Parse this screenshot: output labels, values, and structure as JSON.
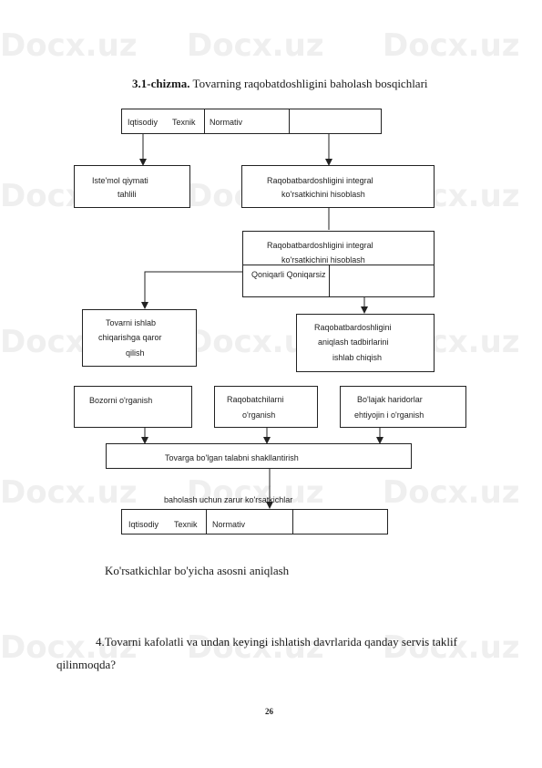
{
  "watermark": "Docx.uz",
  "caption": {
    "bold": "3.1-chizma.",
    "rest": " Tovarning raqobatdoshligini baholash bosqichlari"
  },
  "top_header": {
    "c1": "Iqtisodiy",
    "c2": "Texnik",
    "c3": "Normativ"
  },
  "boxes": {
    "consumer_value": [
      "Iste'mol qiymati",
      "tahlili"
    ],
    "integral_calc": [
      "Raqobatbardoshligini integral",
      "ko'rsatkichini        hisoblash"
    ],
    "integral_value": [
      "Raqobatbardoshligini integral",
      "ko'rsatkichini hisoblash"
    ],
    "quality_label": "Qoniqarli Qoniqarsiz",
    "production_decision": [
      "Tovarni ishlab",
      "chiqarishga qaror",
      "qilish"
    ],
    "measures": [
      "Raqobatbardoshligini",
      "aniqlash tadbirlarini",
      "ishlab chiqish"
    ],
    "market_study": "Bozorni o'rganish",
    "competitors_study": [
      "Raqobatchilarni",
      "o'rganish"
    ],
    "future_needs": [
      "Bo'lajak haridorlar",
      "ehtiyojin   i o'rganish"
    ],
    "requirements": "Tovarga bo'lgan talabni            shakllantirish"
  },
  "mid_label": "baholash    uchun zarur ko'rsatkichlar",
  "bottom_header": {
    "c1": "Iqtisodiy",
    "c2": "Texnik",
    "c3": "Normativ"
  },
  "basis_text": "Ko'rsatkichlar bo'yicha  asosni aniqlash",
  "question_line1": "4.Tovarni  kafolatli  va  undan  keyingi  ishlatish  davrlarida  qanday  servis  taklif",
  "question_line2": "qilinmoqda?",
  "page_number": "26"
}
